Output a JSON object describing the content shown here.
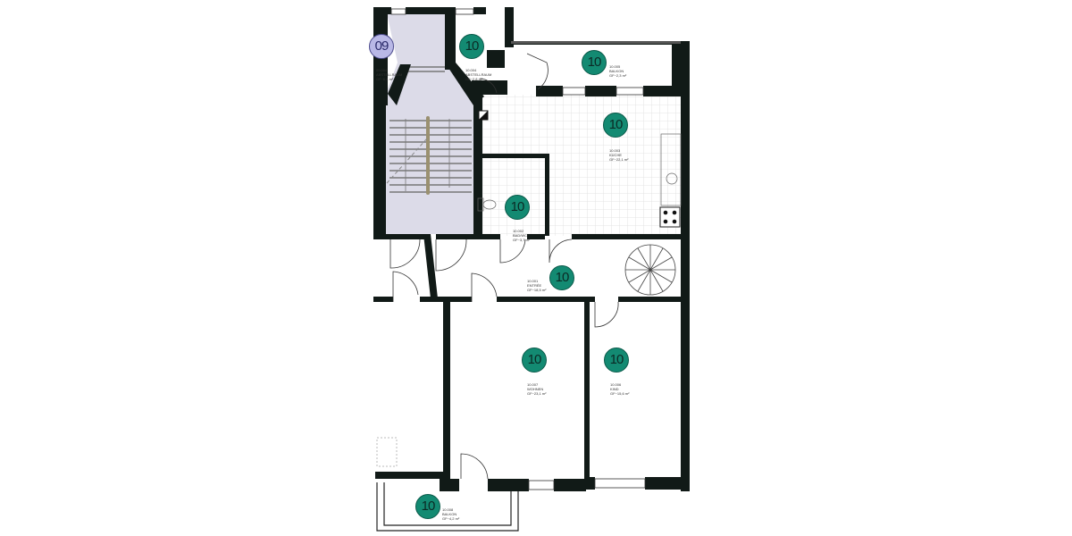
{
  "plan": {
    "colors": {
      "wall": "#111a17",
      "stair_fill": "#dcdbe8",
      "badge_unit_10": "#138a72",
      "badge_unit_09": "#b9b8e6",
      "tile_grid": "#e4e4e4"
    },
    "rooms": [
      {
        "id": "abstell-09",
        "unit": "09",
        "number": "09.004",
        "name": "ABSTELLRAUM",
        "area": "GF~6,4 m²"
      },
      {
        "id": "abstell-10",
        "unit": "10",
        "number": "10.004",
        "name": "ABSTELLRAUM",
        "area": "GF~2,8 m²"
      },
      {
        "id": "balkon-top",
        "unit": "10",
        "number": "10.005",
        "name": "BALKON",
        "area": "GF~2,3 m²"
      },
      {
        "id": "kueche",
        "unit": "10",
        "number": "10.003",
        "name": "KÜCHE",
        "area": "GF~22,1 m²"
      },
      {
        "id": "bad",
        "unit": "10",
        "number": "10.002",
        "name": "BAD/WC",
        "area": "GF~3,7 m²"
      },
      {
        "id": "entree",
        "unit": "10",
        "number": "10.001",
        "name": "ENTRÉE",
        "area": "GF~18,5 m²"
      },
      {
        "id": "wohnen",
        "unit": "10",
        "number": "10.007",
        "name": "WOHNEN",
        "area": "GF~23,1 m²"
      },
      {
        "id": "kind",
        "unit": "10",
        "number": "10.006",
        "name": "KIND",
        "area": "GF~15,6 m²"
      },
      {
        "id": "balkon-bottom",
        "unit": "10",
        "number": "10.008",
        "name": "BALKON",
        "area": "GF~4,2 m²"
      }
    ]
  }
}
